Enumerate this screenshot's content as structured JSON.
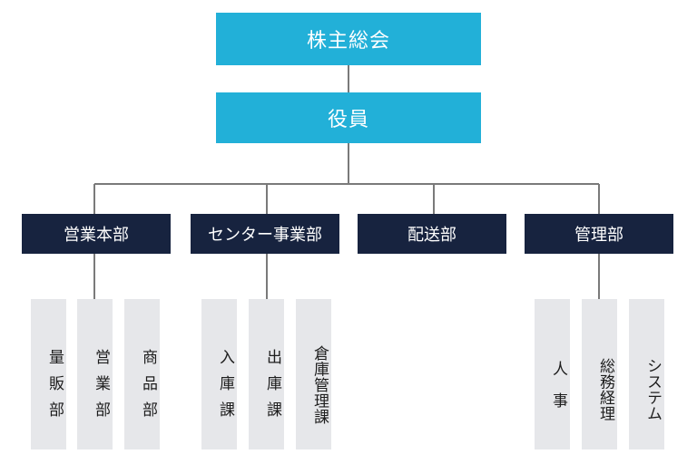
{
  "org": {
    "top": "株主総会",
    "officers": "役員",
    "departments": [
      {
        "label": "営業本部",
        "sections": [
          "量販部",
          "営業部",
          "商品部"
        ]
      },
      {
        "label": "センター事業部",
        "sections": [
          "入庫課",
          "出庫課",
          "倉庫管理課"
        ]
      },
      {
        "label": "配送部",
        "sections": []
      },
      {
        "label": "管理部",
        "sections": [
          "人事",
          "総務経理",
          "システム"
        ]
      }
    ]
  },
  "colors": {
    "top": "#22b0d8",
    "dept": "#17233f",
    "section": "#e6e7ea",
    "line": "#7a7a7a"
  }
}
